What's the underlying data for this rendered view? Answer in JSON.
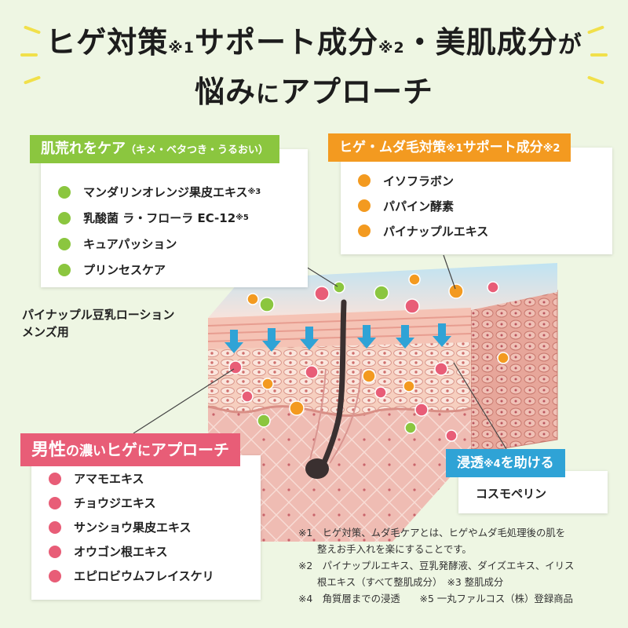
{
  "headline": {
    "line1_a": "ヒゲ対策",
    "line1_note1": "※1",
    "line1_b": "サポート成分",
    "line1_note2": "※2",
    "line1_c": "・美肌成分",
    "line1_d": "が",
    "line2_a": "悩み",
    "line2_b": "に",
    "line2_c": "アプローチ"
  },
  "skin_care": {
    "title": "肌荒れをケア",
    "subtitle": "（キメ・ベタつき・うるおい）",
    "items": [
      {
        "label": "マンダリンオレンジ果皮エキス",
        "note": "※3"
      },
      {
        "label": "乳酸菌 ラ・フローラ EC-12",
        "note": "※5"
      },
      {
        "label": "キュアパッション",
        "note": ""
      },
      {
        "label": "プリンセスケア",
        "note": ""
      }
    ],
    "color": "#8bc63f"
  },
  "hair_support": {
    "title_a": "ヒゲ・ムダ毛対策",
    "note1": "※1",
    "title_b": "サポート成分",
    "note2": "※2",
    "items": [
      "イソフラボン",
      "パパイン酵素",
      "パイナップルエキス"
    ],
    "color": "#f39a20"
  },
  "product_label": "パイナップル豆乳ローション\nメンズ用",
  "thick_beard": {
    "title_a": "男性",
    "title_b": "の濃い",
    "title_c": "ヒゲ",
    "title_d": "に",
    "title_e": "アプローチ",
    "items": [
      "アマモエキス",
      "チョウジエキス",
      "サンショウ果皮エキス",
      "オウゴン根エキス",
      "エピロビウムフレイスケリ"
    ],
    "color": "#e85d77"
  },
  "penetration": {
    "title_a": "浸透",
    "note": "※4",
    "title_b": "を助ける",
    "item": "コスモペリン",
    "color": "#2fa3d6"
  },
  "footnotes": [
    "※1　ヒゲ対策、ムダ毛ケアとは、ヒゲやムダ毛処理後の肌を",
    "整えお手入れを楽にすることです。",
    "※2　パイナップルエキス、豆乳発酵液、ダイズエキス、イリス",
    "根エキス（すべて整肌成分）　※3 整肌成分",
    "※4　角質層までの浸透　　※5 一丸ファルコス（株）登録商品"
  ]
}
